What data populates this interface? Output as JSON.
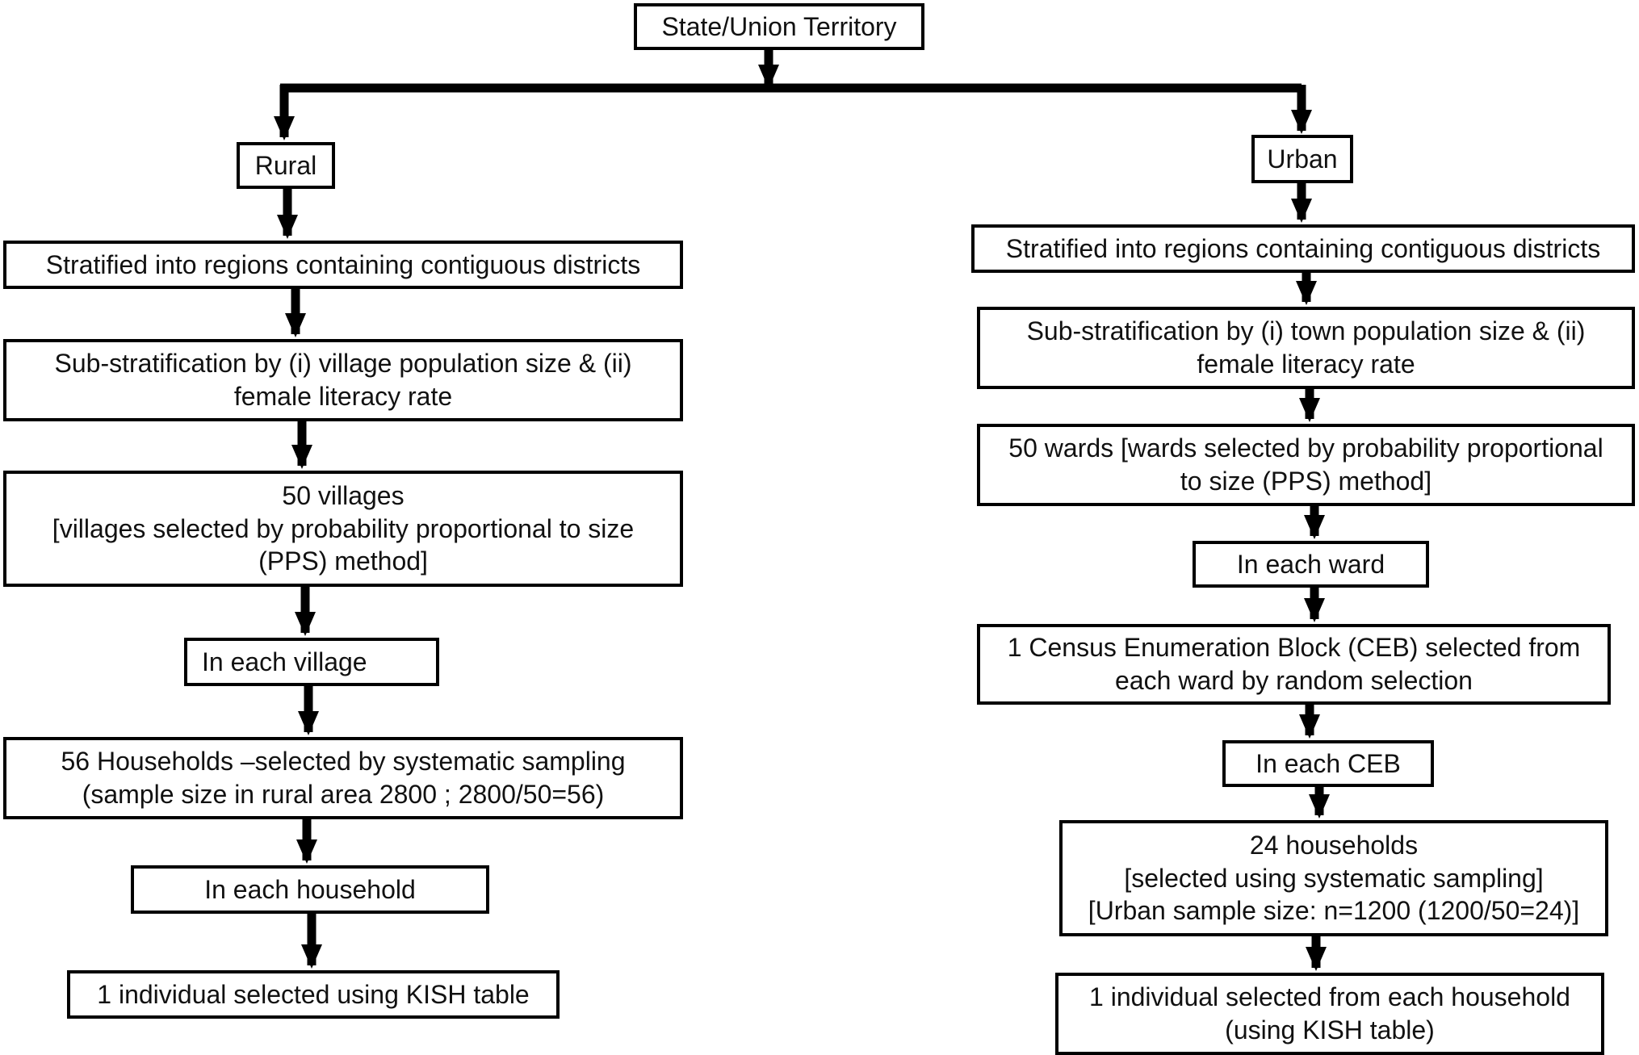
{
  "root": {
    "label": "State/Union Territory"
  },
  "rural": {
    "label": "Rural",
    "steps": [
      {
        "lines": [
          "Stratified into regions containing contiguous districts"
        ]
      },
      {
        "lines": [
          "Sub-stratification by (i) village population size & (ii)",
          "female literacy rate"
        ]
      },
      {
        "lines": [
          "50 villages",
          "[villages selected by probability proportional to size",
          "(PPS) method]"
        ]
      },
      {
        "lines": [
          "In each village"
        ]
      },
      {
        "lines": [
          "56 Households –selected by systematic sampling",
          "(sample size in rural  area 2800 ; 2800/50=56)"
        ]
      },
      {
        "lines": [
          "In each household"
        ]
      },
      {
        "lines": [
          "1 individual selected using KISH table"
        ]
      }
    ]
  },
  "urban": {
    "label": "Urban",
    "steps": [
      {
        "lines": [
          "Stratified into regions containing contiguous districts"
        ]
      },
      {
        "lines": [
          "Sub-stratification by (i) town population size & (ii)",
          "female literacy rate"
        ]
      },
      {
        "lines": [
          "50 wards [wards selected by probability proportional",
          "to size (PPS) method]"
        ]
      },
      {
        "lines": [
          "In each ward"
        ]
      },
      {
        "lines": [
          "1 Census Enumeration Block (CEB) selected from",
          "each ward by random selection"
        ]
      },
      {
        "lines": [
          "In each CEB"
        ]
      },
      {
        "lines": [
          "24 households",
          "[selected using systematic sampling]",
          "[Urban sample size: n=1200 (1200/50=24)]"
        ]
      },
      {
        "lines": [
          "1 individual selected from each household",
          "(using KISH table)"
        ]
      }
    ]
  }
}
